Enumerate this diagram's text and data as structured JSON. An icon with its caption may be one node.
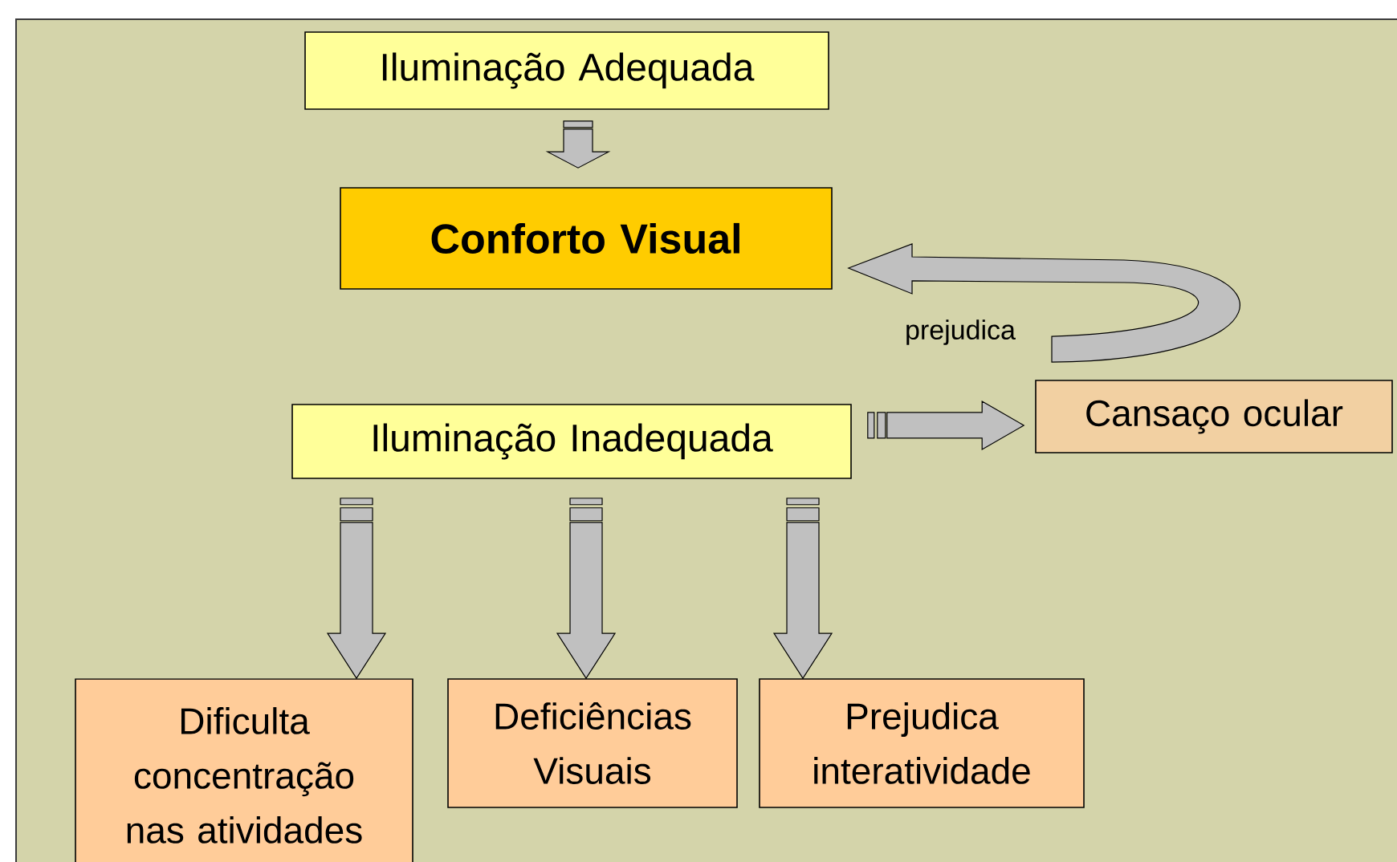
{
  "diagram": {
    "nodes": [
      {
        "text": [
          "Iluminação Adequada"
        ]
      },
      {
        "text": [
          "Conforto Visual"
        ]
      },
      {
        "text": [
          "Iluminação Inadequada"
        ]
      },
      {
        "text": [
          "Cansaço ocular"
        ]
      },
      {
        "text": [
          "Dificulta concentração nas atividades"
        ]
      },
      {
        "text": [
          "Deficiências Visuais"
        ]
      },
      {
        "text": [
          "Prejudica interatividade"
        ]
      }
    ],
    "edges": [
      {
        "from": 0,
        "to": 1,
        "arrow": "to"
      },
      {
        "from": 3,
        "to": 1,
        "arrow": "to",
        "label": "prejudica"
      },
      {
        "from": 2,
        "to": 3,
        "arrow": "to"
      },
      {
        "from": 2,
        "to": 4,
        "arrow": "to"
      },
      {
        "from": 2,
        "to": 5,
        "arrow": "to"
      },
      {
        "from": 2,
        "to": 6,
        "arrow": "to"
      }
    ]
  }
}
